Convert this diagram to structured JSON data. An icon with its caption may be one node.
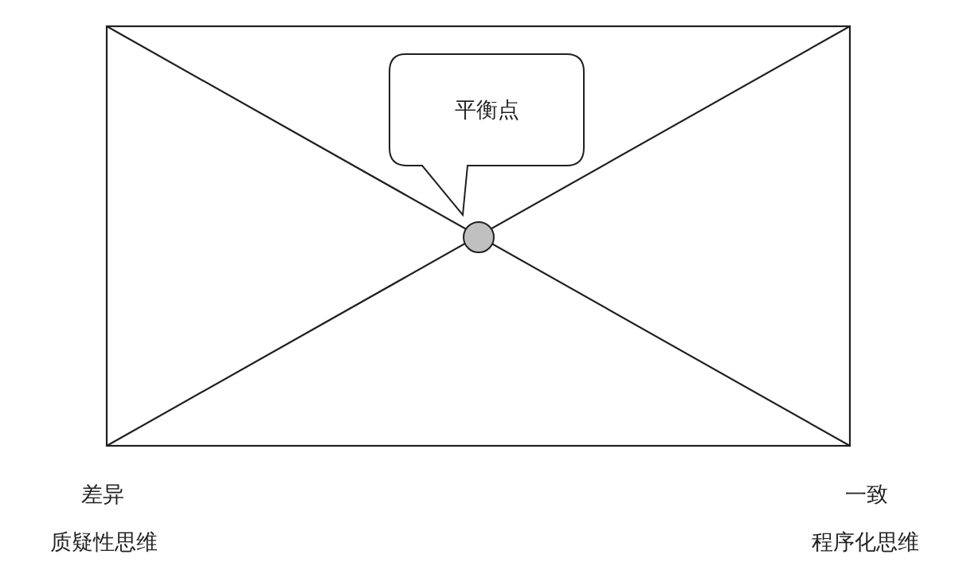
{
  "diagram": {
    "nodes": [
      {
        "text": [
          "平衡点"
        ]
      },
      {
        "text": [],
        "shape": "circle"
      }
    ],
    "labels": [
      "差异",
      "一致",
      "质疑性思维",
      "程序化思维"
    ]
  }
}
